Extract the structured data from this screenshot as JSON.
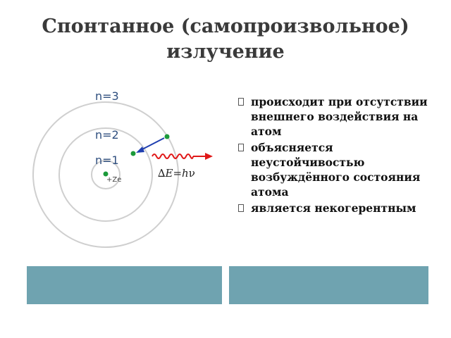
{
  "title": {
    "line1": "Спонтанное (самопроизвольное)",
    "line2": "излучение"
  },
  "diagram": {
    "orbit_labels": [
      "n=1",
      "n=2",
      "n=3"
    ],
    "nucleus_label": "+Ze",
    "energy_label_delta": "∆",
    "energy_label_E": "E",
    "energy_label_eq": "=",
    "energy_label_h": "h",
    "energy_label_nu": "ν",
    "colors": {
      "orbit": "#cfcfcf",
      "electron": "#1b9a3a",
      "arrow": "#1f3fb0",
      "photon_wave": "#e01818",
      "label_blue": "#2f4f7f"
    }
  },
  "bullets": [
    {
      "icon": "hollow-square-bullet-icon",
      "text": "происходит при отсутствии внешнего воздействия на атом"
    },
    {
      "icon": "hollow-square-bullet-icon",
      "text": "объясняется неустойчивостью возбуждённого состояния атома"
    },
    {
      "icon": "hollow-square-bullet-icon",
      "text": "является некогерентным"
    }
  ],
  "colors": {
    "footer_bar": "#6fa3b0",
    "title": "#3a3a3a"
  }
}
